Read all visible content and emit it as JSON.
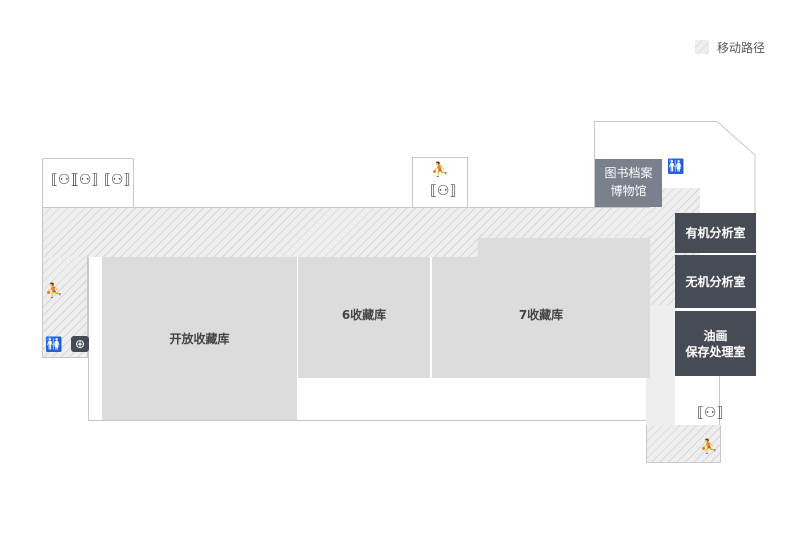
{
  "legend": {
    "label": "移动路径"
  },
  "rooms": {
    "open_storage": "开放收藏库",
    "storage6": "6收藏库",
    "storage7": "7收藏库",
    "library": "图书档案博物馆",
    "organic": "有机分析室",
    "inorganic": "无机分析室",
    "painting_line1": "油画",
    "painting_line2": "保存处理室"
  },
  "colors": {
    "dark_room": "#474b55",
    "library": "#7a808c",
    "storage": "#dcdcdc"
  }
}
